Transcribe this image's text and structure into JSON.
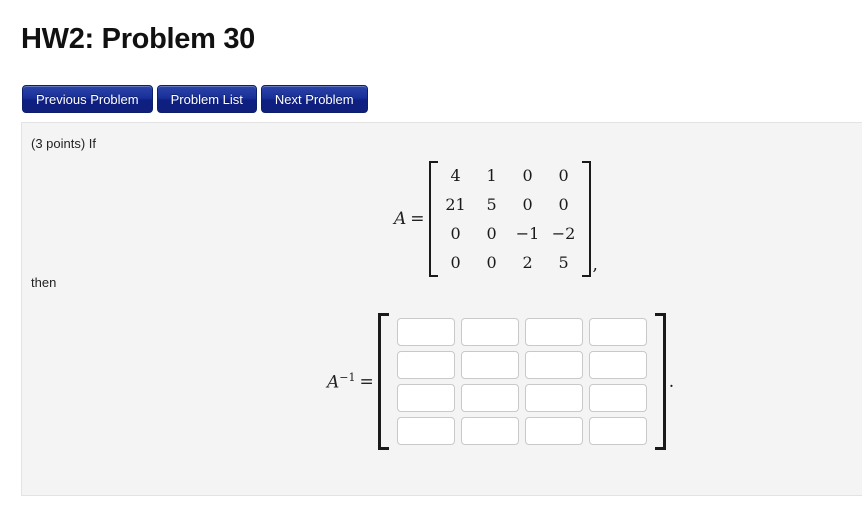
{
  "header": {
    "title": "HW2: Problem 30"
  },
  "nav": {
    "buttons": [
      {
        "label": "Previous Problem",
        "name": "previous-problem-button"
      },
      {
        "label": "Problem List",
        "name": "problem-list-button"
      },
      {
        "label": "Next Problem",
        "name": "next-problem-button"
      }
    ]
  },
  "problem": {
    "points_line": "(3 points) If",
    "then_line": "then",
    "matrix_a": {
      "label": "A",
      "equals": "=",
      "rows": [
        [
          "4",
          "1",
          "0",
          "0"
        ],
        [
          "21",
          "5",
          "0",
          "0"
        ],
        [
          "0",
          "0",
          "−1",
          "−2"
        ],
        [
          "0",
          "0",
          "2",
          "5"
        ]
      ],
      "trailing_punctuation": ","
    },
    "matrix_a_inverse": {
      "label": "A",
      "exponent": "−1",
      "equals": "=",
      "rows": [
        [
          "",
          "",
          "",
          ""
        ],
        [
          "",
          "",
          "",
          ""
        ],
        [
          "",
          "",
          "",
          ""
        ],
        [
          "",
          "",
          "",
          ""
        ]
      ],
      "input_placeholder": "",
      "trailing_punctuation": "."
    }
  },
  "colors": {
    "button_blue": "#16309a",
    "panel_bg": "#f4f4f4",
    "panel_border": "#e3e3e3",
    "input_border": "#c9c9c9"
  }
}
